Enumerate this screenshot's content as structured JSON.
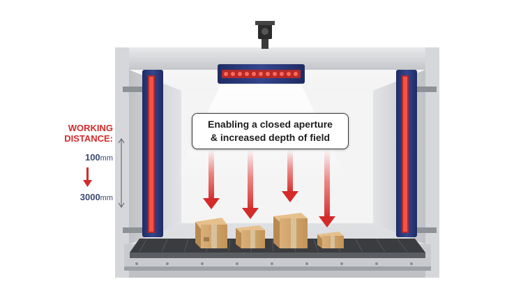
{
  "working_distance": {
    "title_line1": "WORKING",
    "title_line2": "DISTANCE:",
    "min_value": "100",
    "max_value": "3000",
    "unit": "mm"
  },
  "callout": {
    "line1": "Enabling a closed aperture",
    "line2": "& increased depth of field"
  },
  "colors": {
    "accent_red": "#d42a2a",
    "light_bar_blue": "#2a3a78",
    "led_red": "#e5403a",
    "enclosure_gray": "#c9cbcf",
    "label_blue": "#3a4a72"
  },
  "icons": [
    "camera-icon",
    "overhead-light-bar",
    "side-light-bar-left",
    "side-light-bar-right",
    "conveyor-belt",
    "box-icon"
  ]
}
